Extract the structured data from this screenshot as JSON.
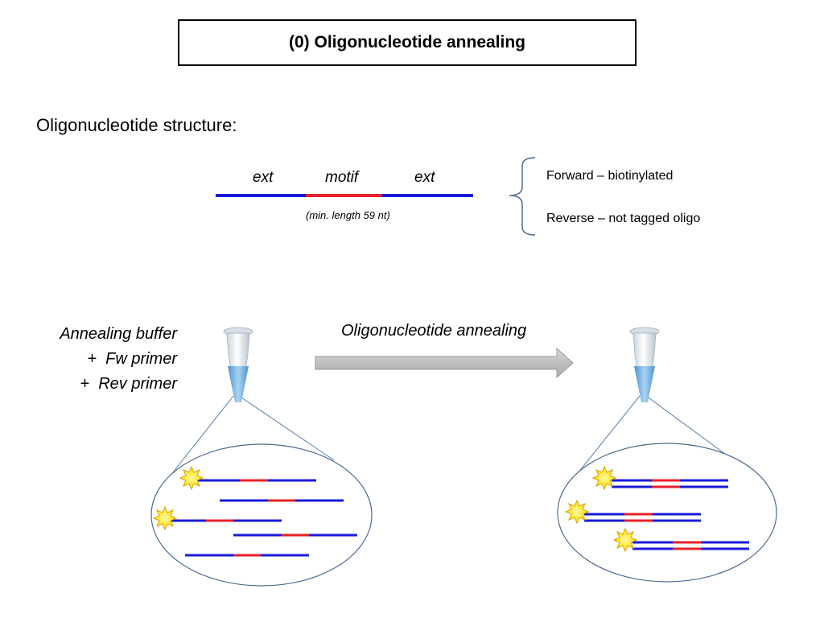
{
  "title": "(0) Oligonucleotide annealing",
  "structure": {
    "heading": "Oligonucleotide structure:",
    "segments": [
      "ext",
      "motif",
      "ext"
    ],
    "length_note": "(min. length 59 nt)"
  },
  "primers": {
    "forward": "Forward – biotinylated",
    "reverse": "Reverse – not tagged oligo"
  },
  "mix": [
    "Annealing buffer",
    "+  Fw primer",
    "+  Rev primer"
  ],
  "process_label": "Oligonucleotide annealing",
  "colors": {
    "ext_strand": "#1a1adb",
    "motif_strand": "#e8202a",
    "biotin_star": "#ffee00",
    "arrow": "#bdbdbd",
    "tube_liquid": "#7fb6e0",
    "circle_outline": "#6a8bb0"
  }
}
